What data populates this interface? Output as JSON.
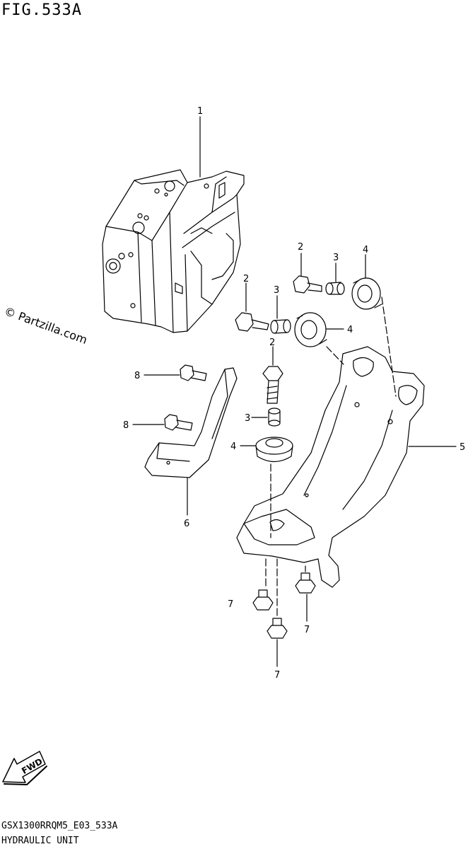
{
  "figure": {
    "title": "FIG.533A"
  },
  "watermark": "© Partzilla.com",
  "fwd_label": "FWD",
  "footer": {
    "code": "GSX1300RRQM5_E03_533A",
    "name": "HYDRAULIC UNIT"
  },
  "callouts": [
    {
      "id": "c1",
      "label": "1"
    },
    {
      "id": "c2a",
      "label": "2"
    },
    {
      "id": "c3a",
      "label": "3"
    },
    {
      "id": "c4a",
      "label": "4"
    },
    {
      "id": "c2b",
      "label": "2"
    },
    {
      "id": "c3b",
      "label": "3"
    },
    {
      "id": "c4b",
      "label": "4"
    },
    {
      "id": "c2c",
      "label": "2"
    },
    {
      "id": "c3c",
      "label": "3"
    },
    {
      "id": "c4c",
      "label": "4"
    },
    {
      "id": "c5",
      "label": "5"
    },
    {
      "id": "c6",
      "label": "6"
    },
    {
      "id": "c8a",
      "label": "8"
    },
    {
      "id": "c8b",
      "label": "8"
    },
    {
      "id": "c7a",
      "label": "7"
    },
    {
      "id": "c7b",
      "label": "7"
    },
    {
      "id": "c7c",
      "label": "7"
    }
  ]
}
